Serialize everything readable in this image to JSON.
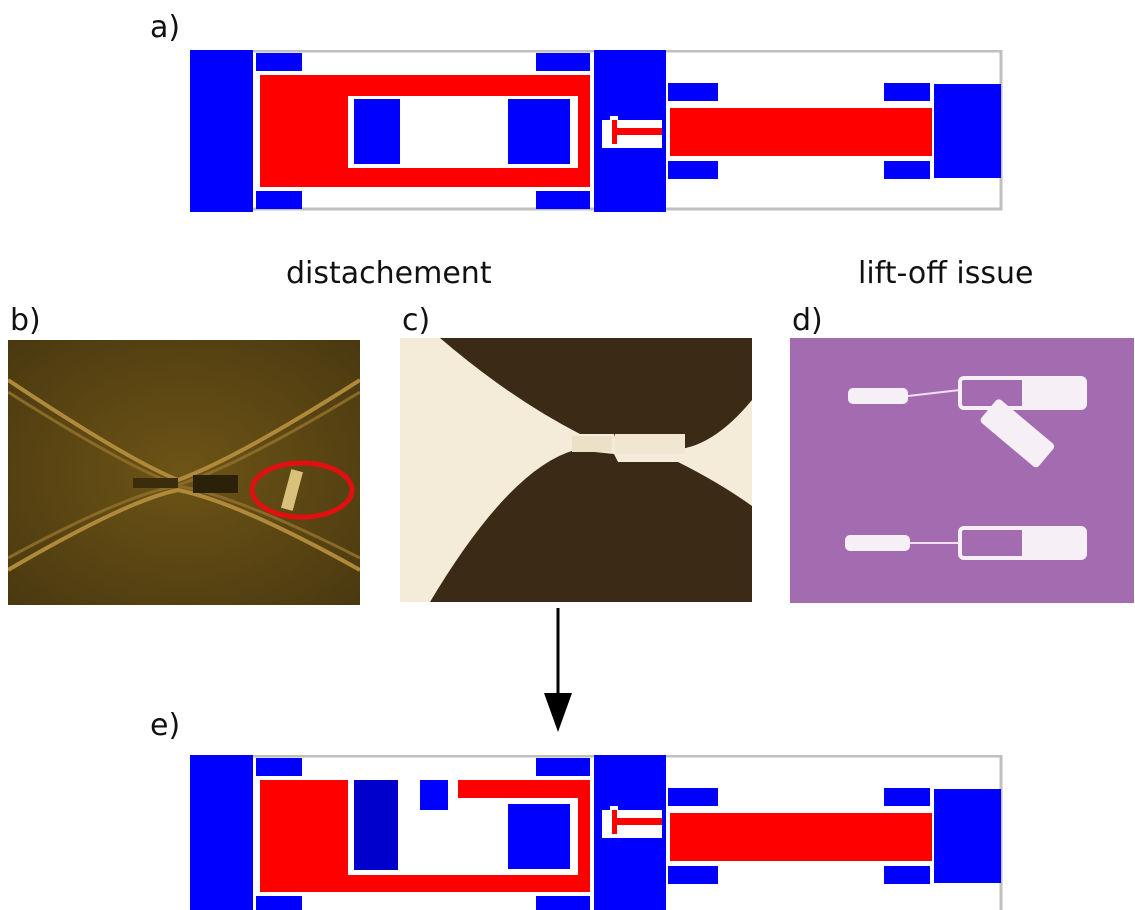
{
  "panels": {
    "a": "a)",
    "b": "b)",
    "c": "c)",
    "d": "d)",
    "e": "e)"
  },
  "captions": {
    "distachement": "distachement",
    "liftoff": "lift-off issue"
  },
  "colors": {
    "metal_blue": "#0000ff",
    "metal_red": "#ff0000",
    "outline_gray": "#bfbfbf",
    "highlight_ring": "#e01010",
    "arrow": "#000000"
  }
}
